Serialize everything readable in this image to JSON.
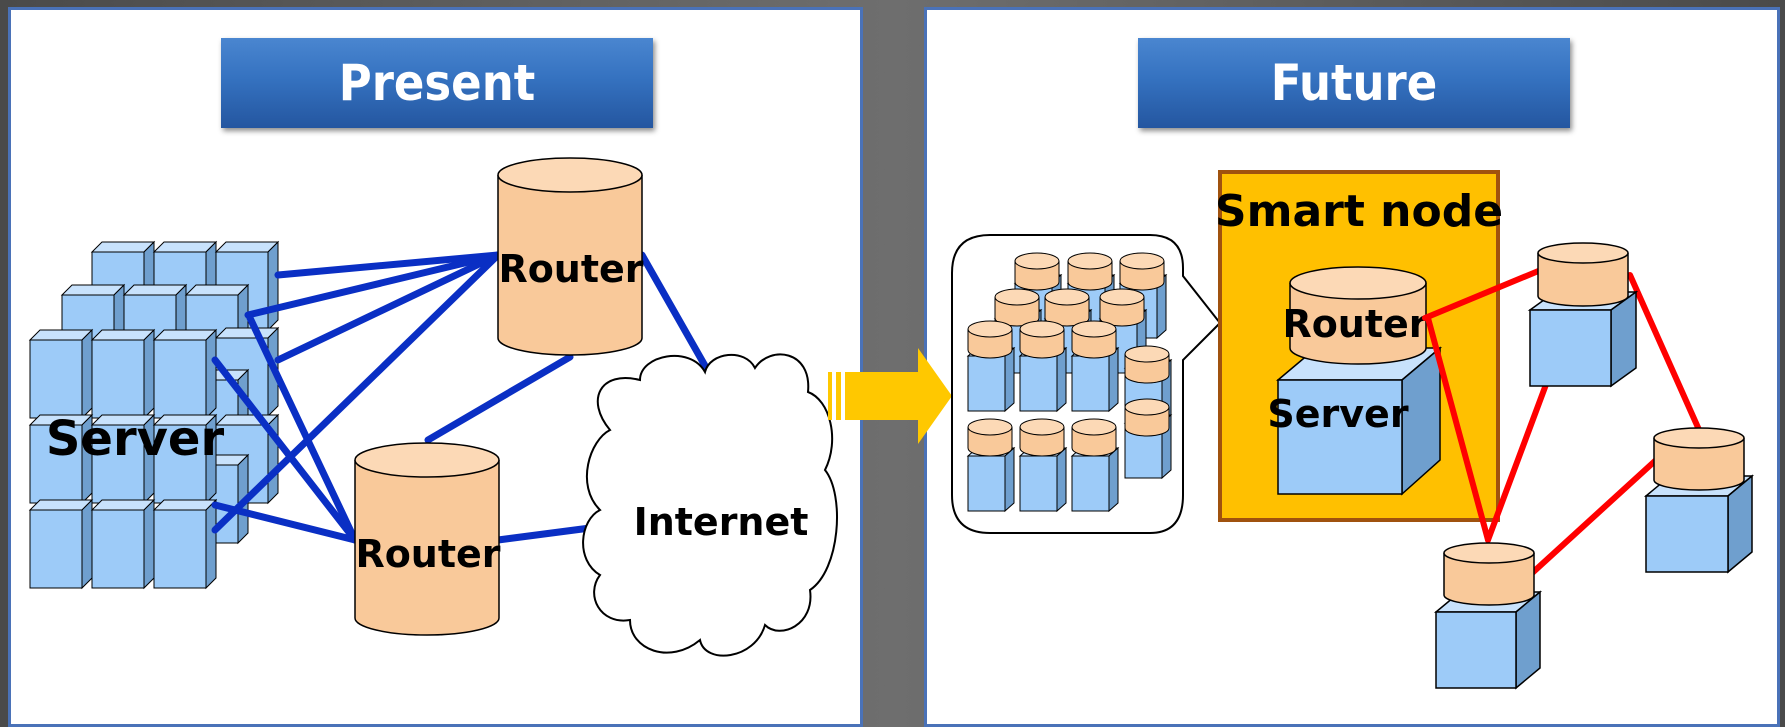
{
  "present": {
    "title": "Present",
    "server_label": "Server",
    "router_top_label": "Router",
    "router_bottom_label": "Router",
    "internet_label": "Internet"
  },
  "future": {
    "title": "Future",
    "smart_node_label": "Smart node",
    "router_label": "Router",
    "server_label": "Server"
  },
  "colors": {
    "present_links": "#0a2fc4",
    "future_links": "#ff0000",
    "router_fill": "#f9c99a",
    "server_fill": "#9dcbf8",
    "smart_node_fill": "#ffc000",
    "smart_node_border": "#a0520e",
    "arrow": "#ffc800",
    "banner": "#3572c0"
  }
}
